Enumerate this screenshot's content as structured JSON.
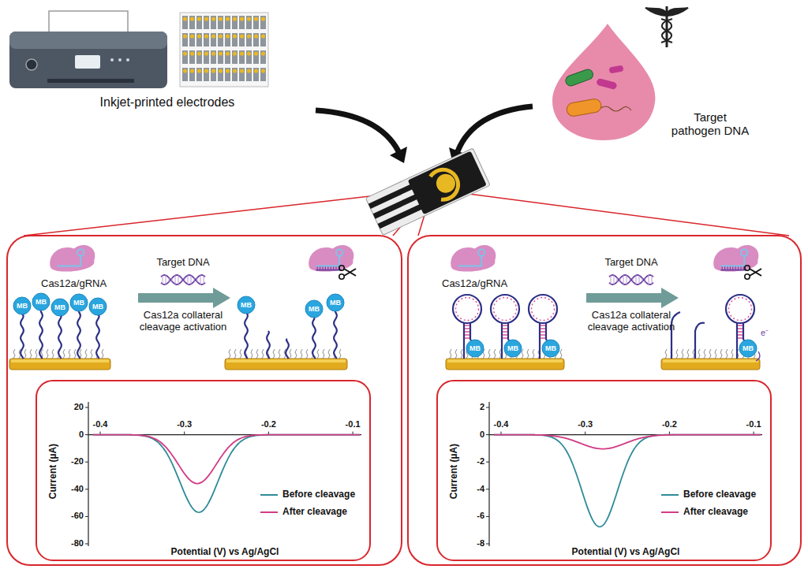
{
  "diagram": {
    "nodes": [
      {
        "text": [
          "Cas12a/gRNA",
          "Target DNA",
          "Cas12a collateral cleavage activation"
        ]
      },
      {
        "text": [
          "Current (µA)",
          "Potential (V) vs Ag/AgCl"
        ],
        "in": 0
      },
      {
        "text": [
          "Cas12a/gRNA",
          "Target DNA",
          "Cas12a collateral cleavage activation"
        ]
      },
      {
        "text": [
          "Current (µA)",
          "Potential (V) vs Ag/AgCl"
        ],
        "in": 2
      }
    ],
    "labels": [
      "Inkjet-printed electrodes",
      "Target pathogen DNA",
      "MB",
      "MB",
      "MB",
      "MB",
      "MB",
      "MB",
      "MB",
      "MB",
      "20",
      "0",
      "-20",
      "-40",
      "-60",
      "-80",
      "-0.4",
      "-0.3",
      "-0.2",
      "-0.1",
      "MB",
      "MB",
      "MB",
      "MB",
      "e⁻",
      "2",
      "0",
      "-2",
      "-4",
      "-6",
      "-8",
      "-0.4",
      "-0.3",
      "-0.2",
      "-0.1"
    ],
    "legend": [
      {
        "text": "Before cleavage"
      },
      {
        "text": "After cleavage"
      },
      {
        "text": "Before cleavage"
      },
      {
        "text": "After cleavage"
      }
    ]
  }
}
